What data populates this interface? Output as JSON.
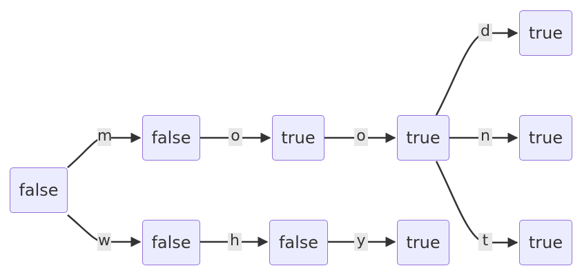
{
  "colors": {
    "node_fill": "#ECECFF",
    "node_border": "#9370DB",
    "edge": "#333333",
    "label_bg": "#e8e8e8",
    "text": "#333333"
  },
  "nodes": {
    "root": "false",
    "m": "false",
    "mo": "true",
    "moo": "true",
    "mood": "true",
    "moon": "true",
    "moot": "true",
    "w": "false",
    "wh": "false",
    "why": "true"
  },
  "edges": {
    "root_m": "m",
    "root_w": "w",
    "m_mo": "o",
    "mo_moo": "o",
    "moo_mood": "d",
    "moo_moon": "n",
    "moo_moot": "t",
    "w_wh": "h",
    "wh_why": "y"
  }
}
